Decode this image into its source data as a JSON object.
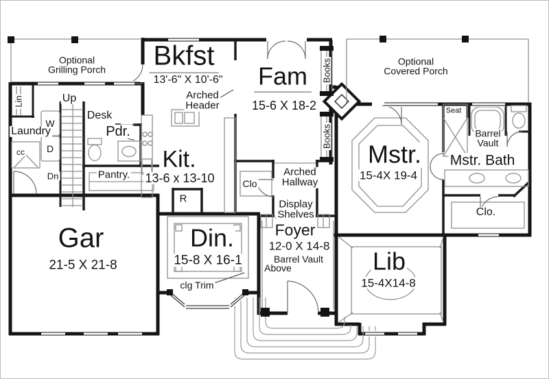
{
  "rooms": {
    "grilling_porch": {
      "line1": "Optional",
      "line2": "Grilling Porch"
    },
    "covered_porch": {
      "line1": "Optional",
      "line2": "Covered Porch"
    },
    "bkfst": {
      "name": "Bkfst",
      "dims": "13'-6\" X 10'-6\""
    },
    "fam": {
      "name": "Fam",
      "dims": "15-6 X 18-2"
    },
    "kit": {
      "name": "Kit.",
      "dims": "13-6 x 13-10"
    },
    "mstr": {
      "name": "Mstr.",
      "dims": "15-4X 19-4"
    },
    "mstr_bath": {
      "name": "Mstr. Bath"
    },
    "gar": {
      "name": "Gar",
      "dims": "21-5 X 21-8"
    },
    "din": {
      "name": "Din.",
      "dims": "15-8 X 16-1"
    },
    "foyer": {
      "name": "Foyer",
      "dims": "12-0 X 14-8",
      "note_line1": "Barrel Vault",
      "note_line2": "Above"
    },
    "lib": {
      "name": "Lib",
      "dims": "15-4X14-8"
    },
    "laundry": {
      "name": "Laundry"
    },
    "pdr": {
      "name": "Pdr."
    },
    "pantry": {
      "name": "Pantry."
    },
    "lin": {
      "name": "Lin"
    },
    "coat_closet": {
      "name": "cc"
    },
    "hall_closet": {
      "name": "Clo"
    },
    "master_closet": {
      "name": "Clo."
    }
  },
  "annotations": {
    "up": "Up",
    "dn": "Dn",
    "washer": "W",
    "dryer": "D",
    "desk": "Desk",
    "fridge": "R",
    "seat": "Seat",
    "books_top": "Books",
    "books_bottom": "Books",
    "arched_header": {
      "line1": "Arched",
      "line2": "Header"
    },
    "arched_hallway": {
      "line1": "Arched",
      "line2": "Hallway"
    },
    "display_shelves": {
      "line1": "Display",
      "line2": "Shelves"
    },
    "barrel_vault": {
      "line1": "Barrel",
      "line2": "Vault"
    },
    "clg_trim": "clg Trim"
  },
  "colors": {
    "wall": "#1a1a1a",
    "thin_line": "#8f8f8f",
    "background": "#ffffff"
  }
}
